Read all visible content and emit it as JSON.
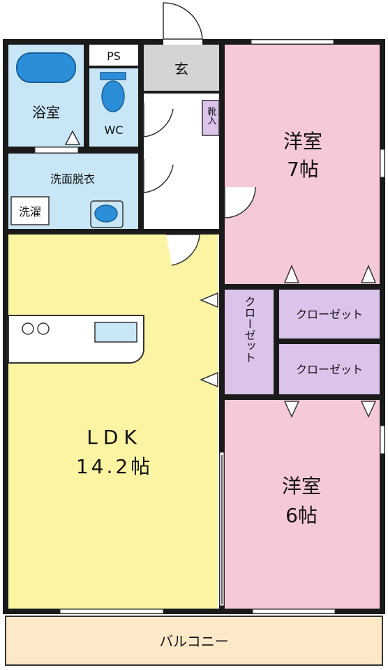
{
  "rooms": {
    "bath": {
      "label": "浴室"
    },
    "ps": {
      "label": "PS"
    },
    "entrance": {
      "label": "玄"
    },
    "wc": {
      "label": "WC"
    },
    "shoe_box": {
      "label": "靴入"
    },
    "western_7": {
      "name": "洋室",
      "size": "7帖"
    },
    "washroom": {
      "label": "洗面脱衣"
    },
    "laundry": {
      "label": "洗濯"
    },
    "ldk": {
      "name": "LDK",
      "size": "14.2帖"
    },
    "closet_vertical": {
      "label": "クローゼット"
    },
    "closet_upper": {
      "label": "クローゼット"
    },
    "closet_lower": {
      "label": "クローゼット"
    },
    "western_6": {
      "name": "洋室",
      "size": "6帖"
    },
    "balcony": {
      "label": "バルコニー"
    }
  },
  "colors": {
    "wall": "#1a1a1a",
    "bath_blue": "#c8e6f5",
    "tub_blue": "#2a8ed8",
    "entrance_gray": "#d4d4d4",
    "bedroom_pink": "#f6c9d8",
    "ldk_yellow": "#fbf5a3",
    "closet_purple": "#dcc3ea",
    "balcony_beige": "#fbe9c8",
    "hall_white": "#ffffff"
  }
}
